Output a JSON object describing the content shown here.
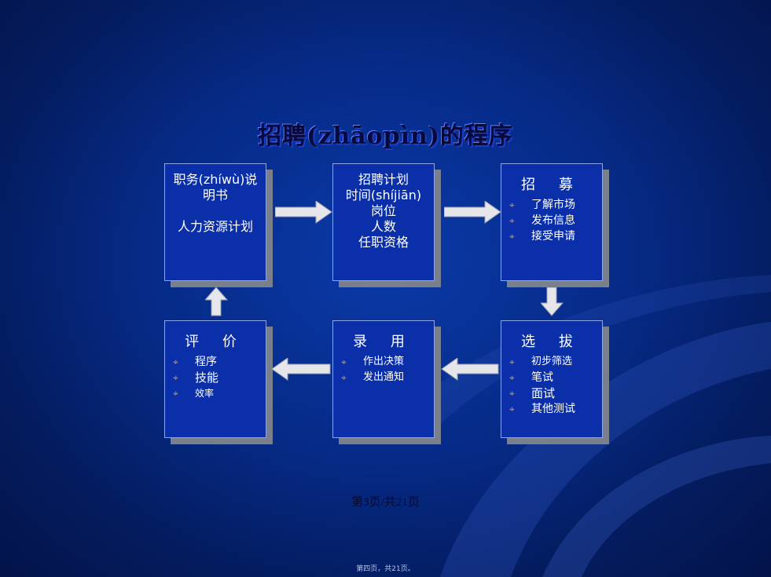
{
  "slide": {
    "title": "招聘(zhāopìn)的程序",
    "page_number": "第3页/共21页",
    "footer": "第四页，共21页。"
  },
  "boxes": {
    "job_description": {
      "line1": "职务(zhíwù)说",
      "line2": "明书",
      "line3": "人力资源计划"
    },
    "recruit_plan": {
      "line1": "招聘计划",
      "line2": "时间(shíjiān)",
      "line3": "岗位",
      "line4": "人数",
      "line5": "任职资格"
    },
    "recruit": {
      "heading": "招 募",
      "items": [
        "了解市场",
        "发布信息",
        "接受申请"
      ]
    },
    "select": {
      "heading": "选 拔",
      "items": [
        "初步筛选",
        "笔试",
        "面试",
        "其他测试"
      ]
    },
    "hire": {
      "heading": "录 用",
      "items": [
        "作出决策",
        "发出通知"
      ]
    },
    "evaluate": {
      "heading": "评 价",
      "items": [
        "程序",
        "技能",
        "效率"
      ]
    }
  },
  "colors": {
    "box_fill": "#0a2fa8",
    "box_shadow": "#7a7f8c",
    "bullet": "#c9a25a",
    "arrow": "#e6e6ea"
  }
}
